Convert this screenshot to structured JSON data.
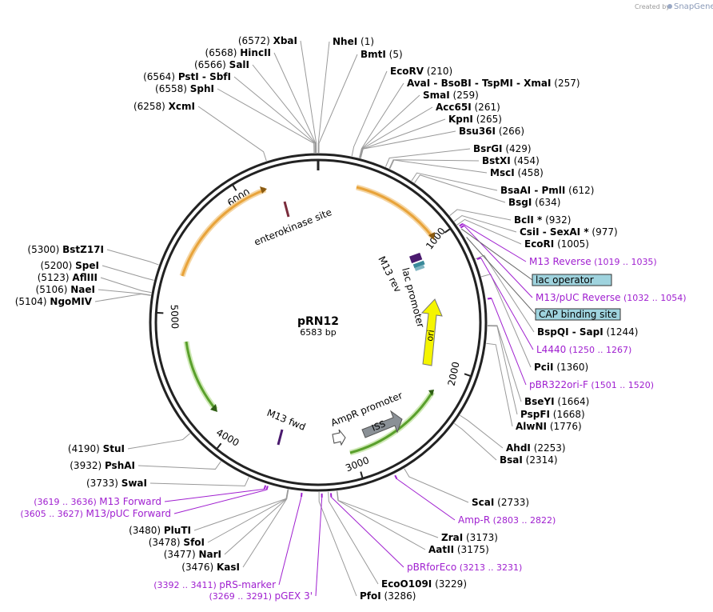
{
  "credit": {
    "created_by": "Created by",
    "brand": "SnapGene"
  },
  "plasmid": {
    "name": "pRN12",
    "length": "6583 bp"
  },
  "ticks": [
    "1000",
    "2000",
    "3000",
    "4000",
    "5000",
    "6000"
  ],
  "enzymes": [
    {
      "name": "XbaI",
      "pos": "(6572)",
      "side": "L"
    },
    {
      "name": "HincII",
      "pos": "(6568)",
      "side": "L"
    },
    {
      "name": "SalI",
      "pos": "(6566)",
      "side": "L"
    },
    {
      "name": "PstI - SbfI",
      "pos": "(6564)",
      "side": "L"
    },
    {
      "name": "SphI",
      "pos": "(6558)",
      "side": "L"
    },
    {
      "name": "XcmI",
      "pos": "(6258)",
      "side": "L"
    },
    {
      "name": "NheI",
      "pos": "(1)",
      "side": "R"
    },
    {
      "name": "BmtI",
      "pos": "(5)",
      "side": "R"
    },
    {
      "name": "EcoRV",
      "pos": "(210)",
      "side": "R"
    },
    {
      "name": "AvaI - BsoBI - TspMI - XmaI",
      "pos": "(257)",
      "side": "R"
    },
    {
      "name": "SmaI",
      "pos": "(259)",
      "side": "R"
    },
    {
      "name": "Acc65I",
      "pos": "(261)",
      "side": "R"
    },
    {
      "name": "KpnI",
      "pos": "(265)",
      "side": "R"
    },
    {
      "name": "Bsu36I",
      "pos": "(266)",
      "side": "R"
    },
    {
      "name": "BsrGI",
      "pos": "(429)",
      "side": "R"
    },
    {
      "name": "BstXI",
      "pos": "(454)",
      "side": "R"
    },
    {
      "name": "MscI",
      "pos": "(458)",
      "side": "R"
    },
    {
      "name": "BsaAI - PmlI",
      "pos": "(612)",
      "side": "R"
    },
    {
      "name": "BsgI",
      "pos": "(634)",
      "side": "R"
    },
    {
      "name": "BclI *",
      "pos": "(932)",
      "side": "R"
    },
    {
      "name": "CsiI - SexAI *",
      "pos": "(977)",
      "side": "R"
    },
    {
      "name": "EcoRI",
      "pos": "(1005)",
      "side": "R"
    },
    {
      "name": "BspQI - SapI",
      "pos": "(1244)",
      "side": "R"
    },
    {
      "name": "PciI",
      "pos": "(1360)",
      "side": "R"
    },
    {
      "name": "BseYI",
      "pos": "(1664)",
      "side": "R"
    },
    {
      "name": "PspFI",
      "pos": "(1668)",
      "side": "R"
    },
    {
      "name": "AlwNI",
      "pos": "(1776)",
      "side": "R"
    },
    {
      "name": "AhdI",
      "pos": "(2253)",
      "side": "R"
    },
    {
      "name": "BsaI",
      "pos": "(2314)",
      "side": "R"
    },
    {
      "name": "ScaI",
      "pos": "(2733)",
      "side": "R"
    },
    {
      "name": "ZraI",
      "pos": "(3173)",
      "side": "R"
    },
    {
      "name": "AatII",
      "pos": "(3175)",
      "side": "R"
    },
    {
      "name": "EcoO109I",
      "pos": "(3229)",
      "side": "R"
    },
    {
      "name": "PfoI",
      "pos": "(3286)",
      "side": "R"
    },
    {
      "name": "KasI",
      "pos": "(3476)",
      "side": "L"
    },
    {
      "name": "NarI",
      "pos": "(3477)",
      "side": "L"
    },
    {
      "name": "SfoI",
      "pos": "(3478)",
      "side": "L"
    },
    {
      "name": "PluTI",
      "pos": "(3480)",
      "side": "L"
    },
    {
      "name": "SwaI",
      "pos": "(3733)",
      "side": "L"
    },
    {
      "name": "PshAI",
      "pos": "(3932)",
      "side": "L"
    },
    {
      "name": "StuI",
      "pos": "(4190)",
      "side": "L"
    },
    {
      "name": "NgoMIV",
      "pos": "(5104)",
      "side": "L"
    },
    {
      "name": "NaeI",
      "pos": "(5106)",
      "side": "L"
    },
    {
      "name": "AflIII",
      "pos": "(5123)",
      "side": "L"
    },
    {
      "name": "SpeI",
      "pos": "(5200)",
      "side": "L"
    },
    {
      "name": "BstZ17I",
      "pos": "(5300)",
      "side": "L"
    }
  ],
  "primers": [
    {
      "name": "M13 Reverse",
      "range": "(1019 .. 1035)",
      "side": "R"
    },
    {
      "name": "M13/pUC Reverse",
      "range": "(1032 .. 1054)",
      "side": "R"
    },
    {
      "name": "L4440",
      "range": "(1250 .. 1267)",
      "side": "R"
    },
    {
      "name": "pBR322ori-F",
      "range": "(1501 .. 1520)",
      "side": "R"
    },
    {
      "name": "Amp-R",
      "range": "(2803 .. 2822)",
      "side": "R"
    },
    {
      "name": "pBRforEco",
      "range": "(3213 .. 3231)",
      "side": "R"
    },
    {
      "name": "pGEX 3'",
      "range": "(3269 .. 3291)",
      "side": "L"
    },
    {
      "name": "pRS-marker",
      "range": "(3392 .. 3411)",
      "side": "L"
    },
    {
      "name": "M13/pUC Forward",
      "range": "(3605 .. 3627)",
      "side": "L"
    },
    {
      "name": "M13 Forward",
      "range": "(3619 .. 3636)",
      "side": "L"
    }
  ],
  "boxed_features": [
    {
      "name": "lac operator",
      "color": "#9fd3de"
    },
    {
      "name": "CAP binding site",
      "color": "#9fd3de"
    }
  ],
  "features": {
    "enterokinase": "enterokinase site",
    "m13rev": "M13 rev",
    "lacpromoter": "lac promoter",
    "ori": "ori",
    "m13fwd": "M13 fwd",
    "amprpromoter": "AmpR promoter",
    "iss": "ISS"
  },
  "colors": {
    "backbone": "#222222",
    "orange_arc": "#e8a33a",
    "green_arc": "#5aa02c",
    "ori": "#f5f500",
    "primer": "#a020d0",
    "iss": "#8a9096"
  }
}
